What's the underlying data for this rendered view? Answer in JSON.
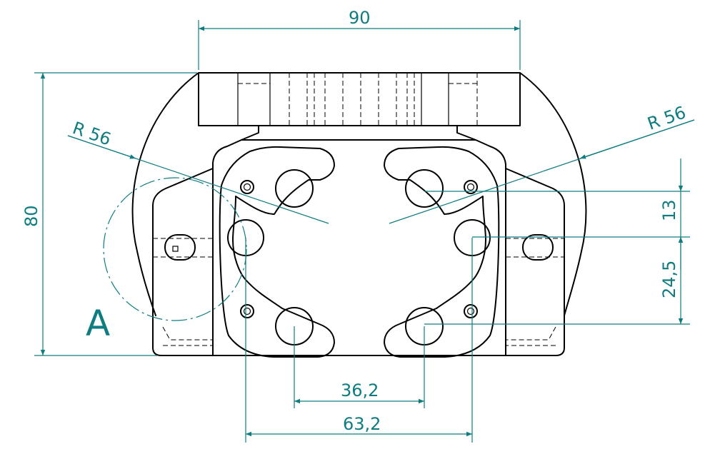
{
  "colors": {
    "dimension": "#0f7c80",
    "outline": "#000000",
    "background": "#ffffff"
  },
  "dimensions": {
    "width_top": "90",
    "height_left": "80",
    "radius_left": "R 56",
    "radius_right": "R 56",
    "offset_13": "13",
    "offset_24_5": "24,5",
    "hole_pitch_36_2": "36,2",
    "hole_pitch_63_2": "63,2"
  },
  "detail_label": "A"
}
